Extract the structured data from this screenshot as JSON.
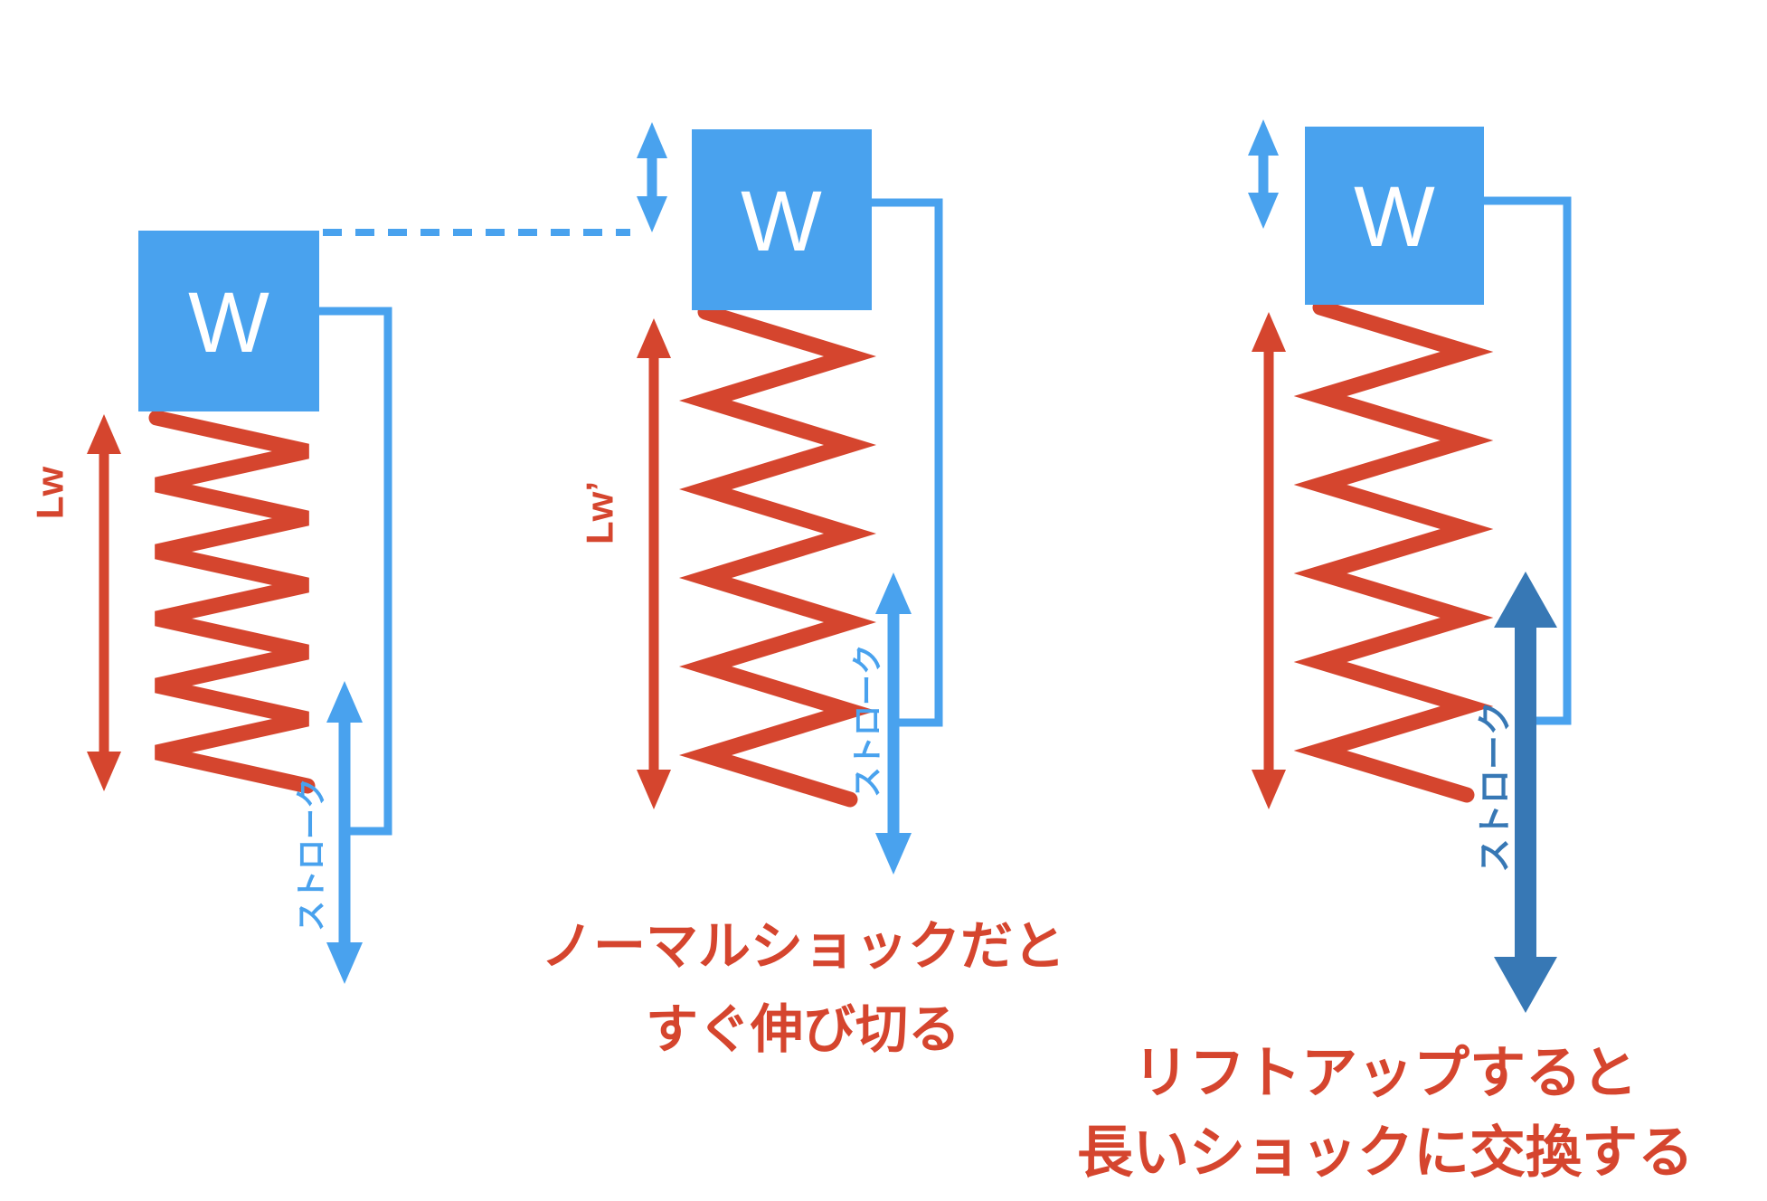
{
  "diagram_title": "spring-and-shock-stroke-comparison",
  "colors": {
    "accent_blue": "#49a2ee",
    "accent_red": "#d5452e",
    "dark_blue": "#3778b5",
    "weight_letter_color": "#ffffff",
    "background": "#ffffff"
  },
  "panels": {
    "left": {
      "weight_label": "W",
      "length_label": "Lw",
      "stroke_label": "ストローク"
    },
    "middle": {
      "weight_label": "W",
      "length_label": "Lw’",
      "stroke_label": "ストローク",
      "caption_line1": "ノーマルショックだと",
      "caption_line2": "すぐ伸び切る"
    },
    "right": {
      "weight_label": "W",
      "stroke_label": "ストローク",
      "caption_line1": "リフトアップすると",
      "caption_line2": "長いショックに交換する"
    }
  }
}
